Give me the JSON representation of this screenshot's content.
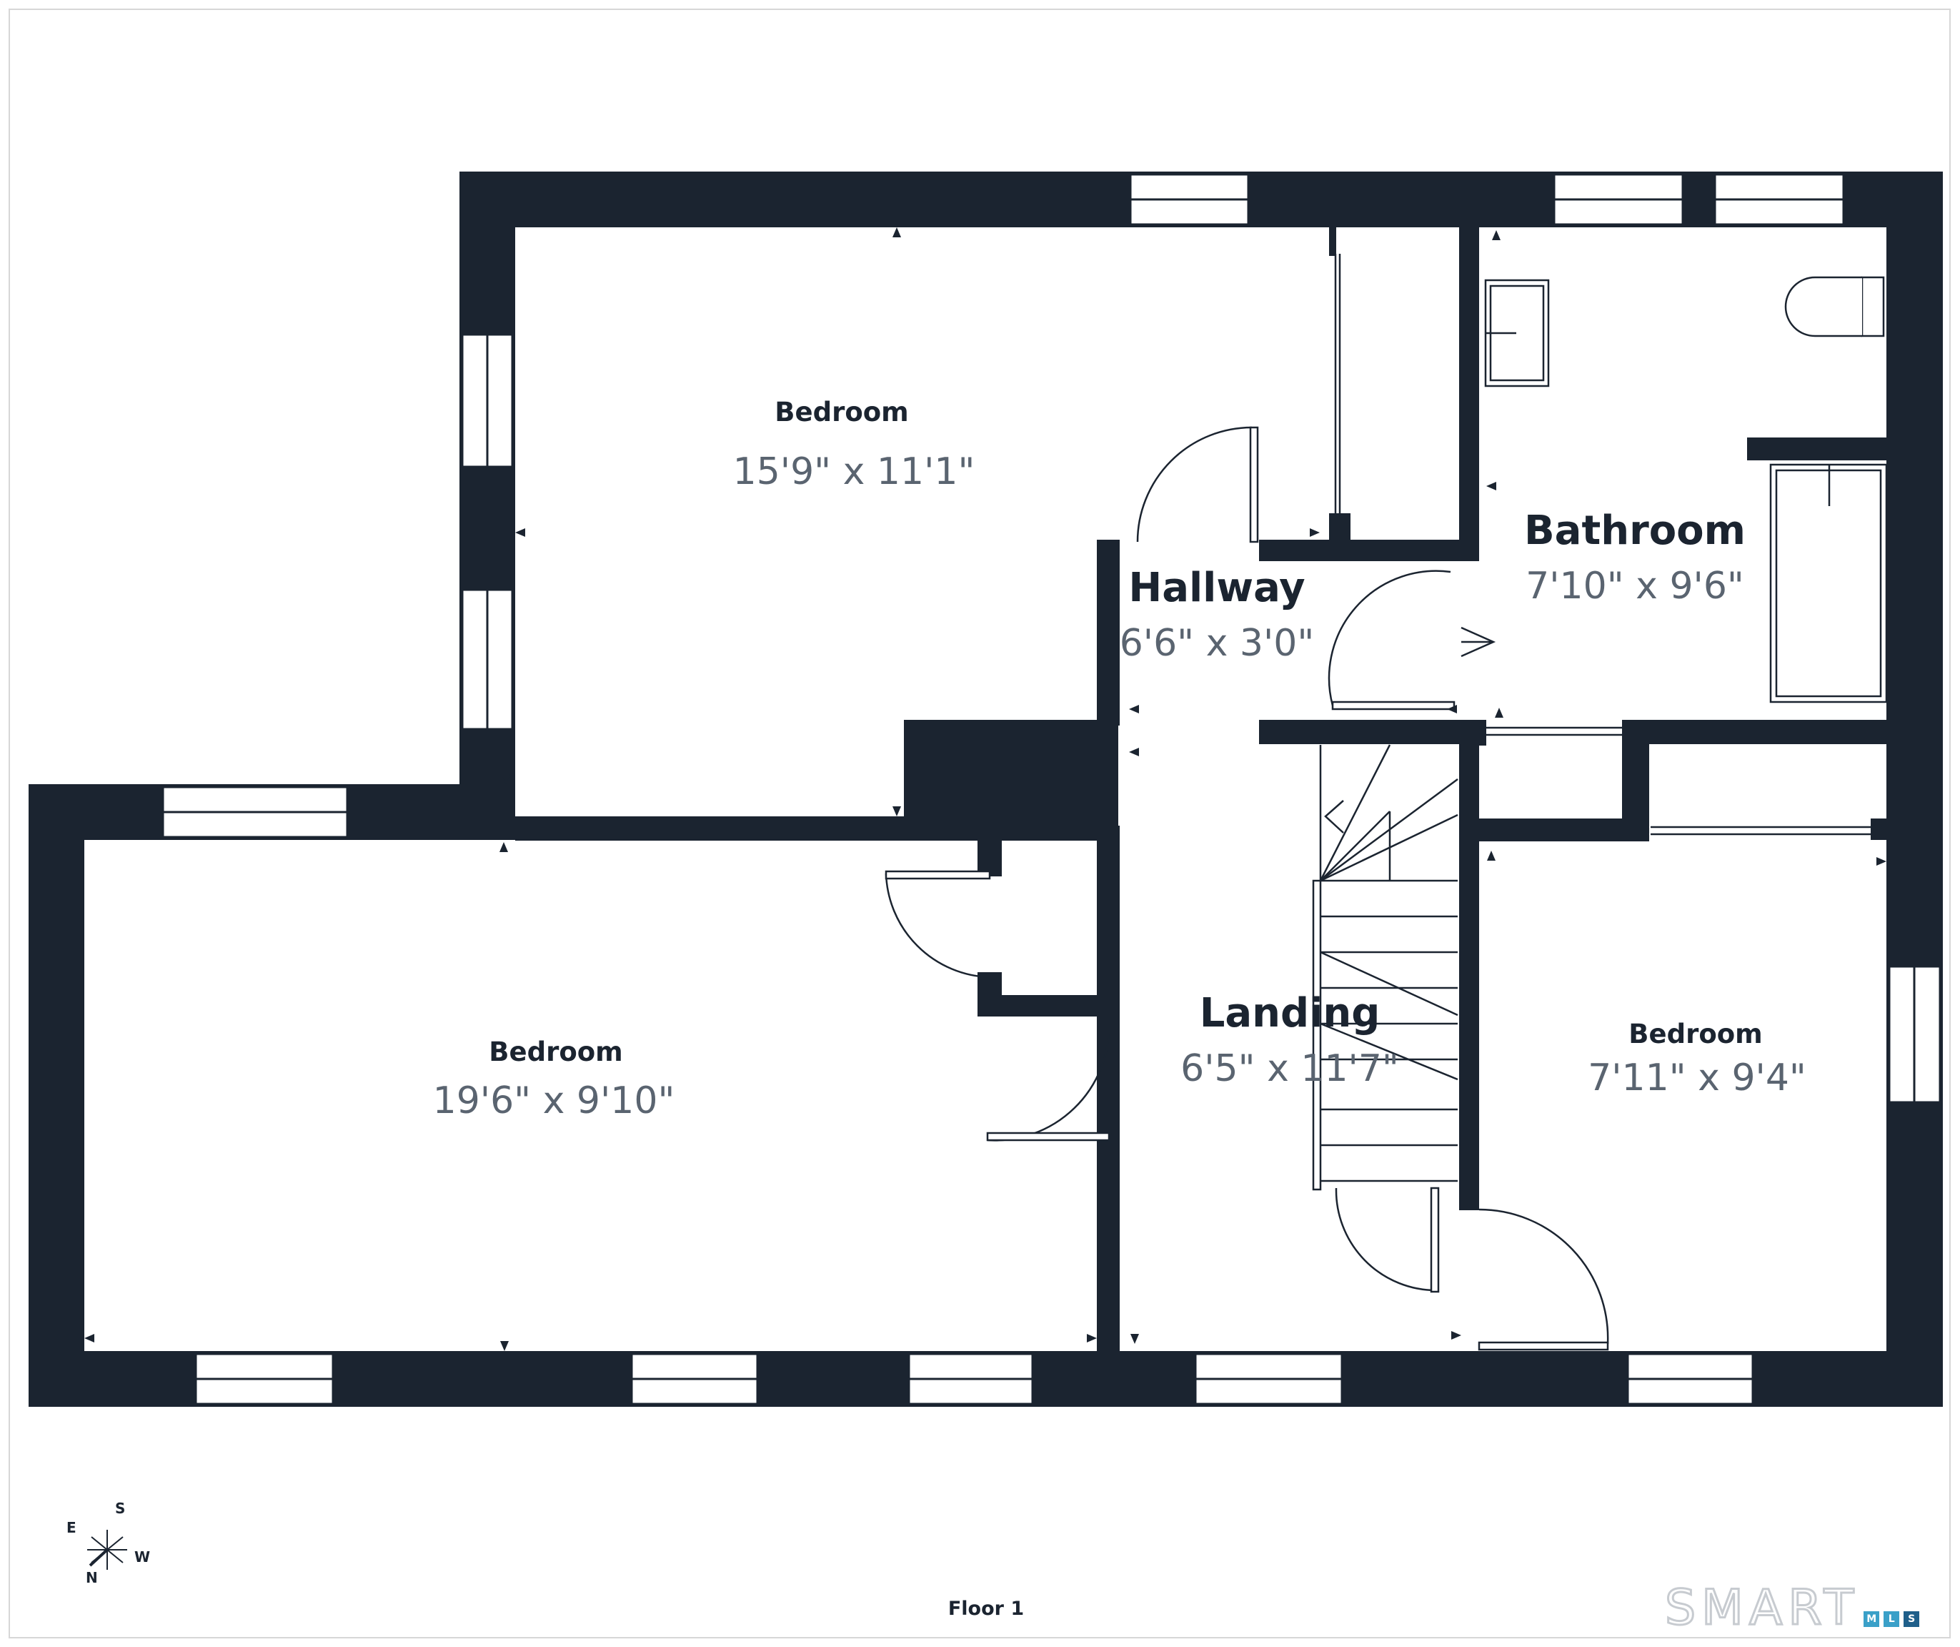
{
  "rooms": {
    "bedroom_top": {
      "name": "Bedroom",
      "dims": "15'9\" x 11'1\""
    },
    "bathroom": {
      "name": "Bathroom",
      "dims": "7'10\" x 9'6\""
    },
    "hallway": {
      "name": "Hallway",
      "dims": "6'6\" x 3'0\""
    },
    "bedroom_bottom": {
      "name": "Bedroom",
      "dims": "19'6\" x 9'10\""
    },
    "landing": {
      "name": "Landing",
      "dims": "6'5\" x 11'7\""
    },
    "bedroom_right": {
      "name": "Bedroom",
      "dims": "7'11\" x 9'4\""
    }
  },
  "compass": {
    "east": "E",
    "south": "S",
    "west": "W",
    "north": "N"
  },
  "floor_label": "Floor 1",
  "brand": {
    "word": "SMART",
    "boxes": [
      {
        "letter": "M",
        "color": "#3aa0c8"
      },
      {
        "letter": "L",
        "color": "#3aa0c8"
      },
      {
        "letter": "S",
        "color": "#1f5f8a"
      }
    ]
  },
  "colors": {
    "wall": "#1b2430",
    "line": "#1b2430",
    "dimension_text": "#5a6470"
  }
}
